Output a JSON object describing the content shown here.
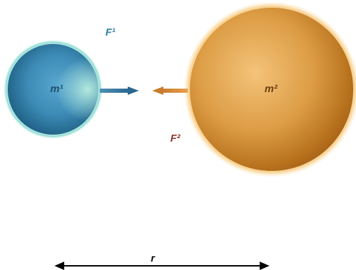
{
  "labels": {
    "mass_1": "m¹",
    "mass_2": "m²",
    "force_1": "F¹",
    "force_2": "F²",
    "distance": "r"
  },
  "colors": {
    "mass_1": "#3a8fb7",
    "mass_1_rim": "#5fd7c8",
    "mass_2": "#e6a64a",
    "mass_2_rim": "#f7c879",
    "arrow_1": "#2f6e96",
    "arrow_2": "#d98f3f",
    "distance_line": "#000000"
  }
}
